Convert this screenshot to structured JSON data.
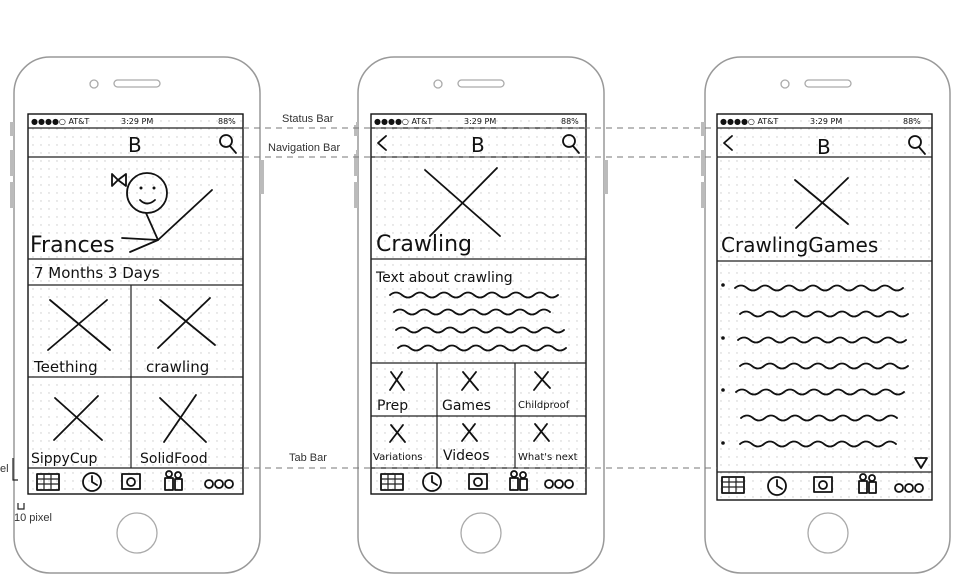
{
  "annotations": {
    "status_bar": "Status Bar",
    "navigation_bar": "Navigation Bar",
    "tab_bar": "Tab Bar",
    "pixel_cut": "el",
    "pixel_10": "10 pixel"
  },
  "phone1": {
    "status": {
      "carrier": "●●●●○ AT&T",
      "time": "3:29 PM",
      "battery": "88%"
    },
    "nav": {
      "title": "B"
    },
    "name": "Frances",
    "age": "7 Months 3 Days",
    "tiles": [
      {
        "label": "Teething"
      },
      {
        "label": "crawling"
      },
      {
        "label": "SippyCup"
      },
      {
        "label": "SolidFood"
      }
    ],
    "tabs": [
      "calendar-icon",
      "clock-icon",
      "camera-icon",
      "family-icon",
      "more-icon"
    ]
  },
  "phone2": {
    "status": {
      "carrier": "●●●●○ AT&T",
      "time": "3:29 PM",
      "battery": "88%"
    },
    "nav": {
      "title": "B"
    },
    "title": "Crawling",
    "text": "Text about crawling",
    "tiles": [
      {
        "label": "Prep"
      },
      {
        "label": "Games"
      },
      {
        "label": "Childproof"
      },
      {
        "label": "Variations"
      },
      {
        "label": "Videos"
      },
      {
        "label": "What's next"
      }
    ],
    "tabs": [
      "calendar-icon",
      "clock-icon",
      "camera-icon",
      "family-icon",
      "more-icon"
    ]
  },
  "phone3": {
    "status": {
      "carrier": "●●●●○ AT&T",
      "time": "3:29 PM",
      "battery": "88%"
    },
    "nav": {
      "title": "B"
    },
    "title": "CrawlingGames",
    "tabs": [
      "calendar-icon",
      "clock-icon",
      "camera-icon",
      "family-icon",
      "more-icon"
    ]
  }
}
